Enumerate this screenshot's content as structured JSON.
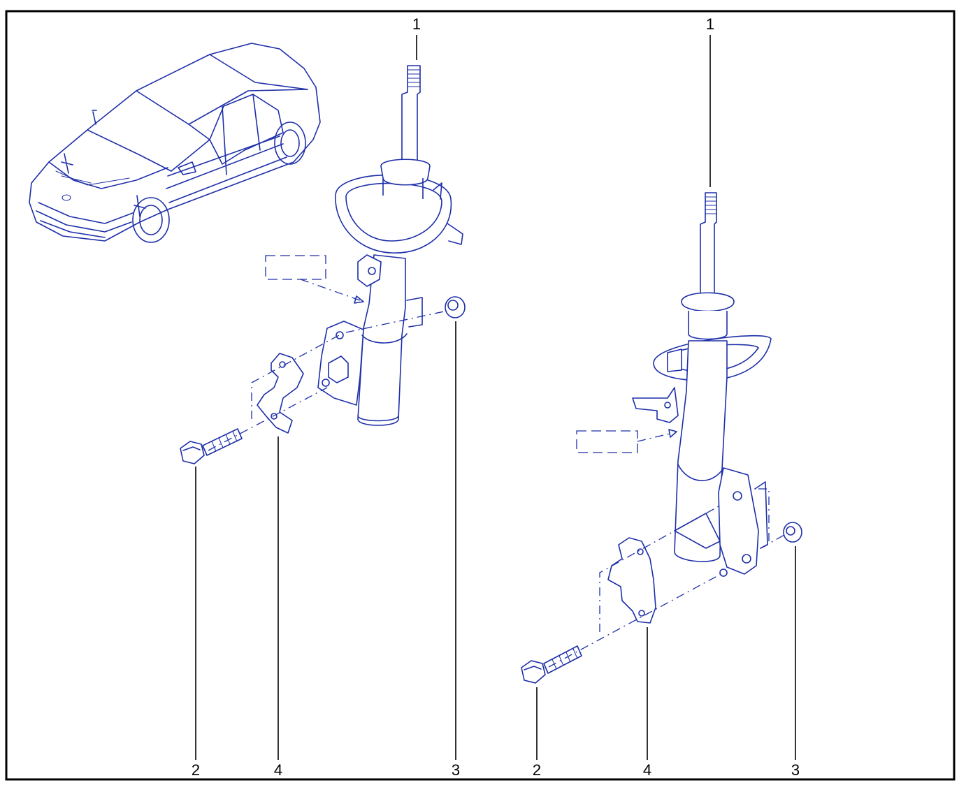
{
  "callouts": {
    "left": {
      "strut": "1",
      "bolt": "2",
      "nut": "3",
      "plate": "4"
    },
    "right": {
      "strut": "1",
      "bolt": "2",
      "nut": "3",
      "plate": "4"
    }
  },
  "colors": {
    "line": "#1d2fa8",
    "frame": "#000000",
    "background": "#ffffff"
  },
  "icons": [
    "car-overview-icon",
    "shock-absorber-strut-icon",
    "hex-bolt-icon",
    "washer-nut-icon",
    "adjustment-plate-icon"
  ]
}
